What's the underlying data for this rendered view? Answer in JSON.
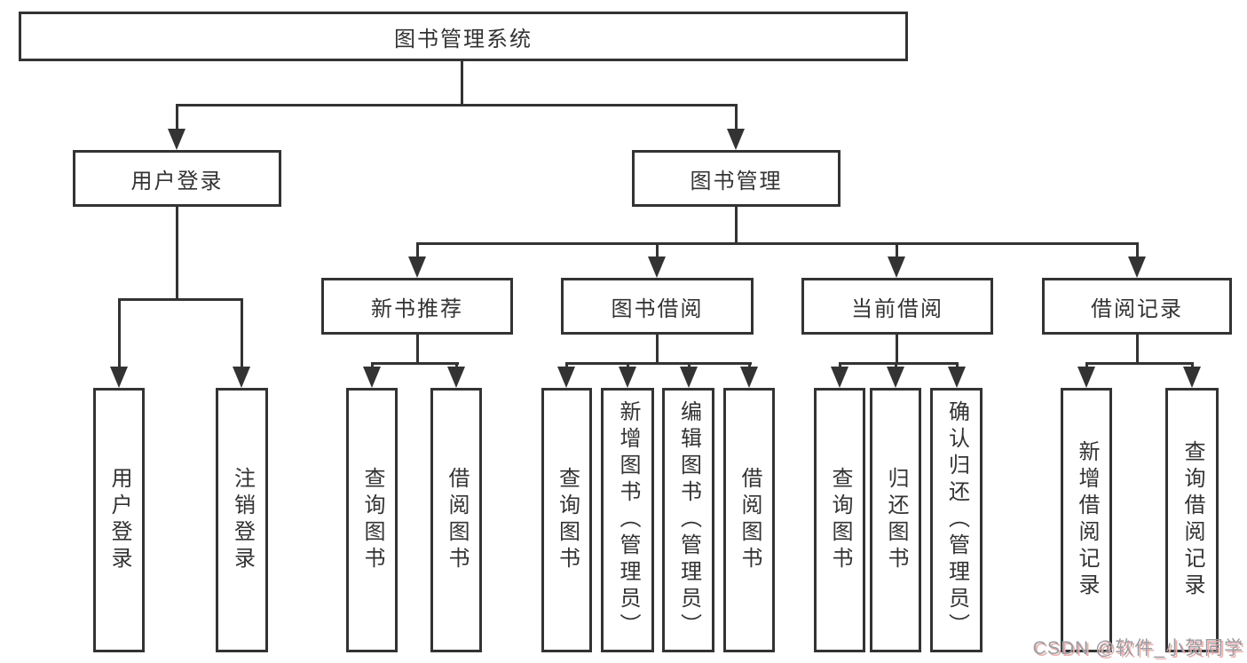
{
  "colors": {
    "line": "#333333",
    "box_background": "#ffffff",
    "text": "#333333",
    "watermark_text": "#9b9ba3",
    "watermark_shadow": "#e9b0ac"
  },
  "tree": {
    "label": "图书管理系统",
    "children": [
      {
        "label": "用户登录",
        "children": [
          {
            "label": "用户登录"
          },
          {
            "label": "注销登录"
          }
        ]
      },
      {
        "label": "图书管理",
        "children": [
          {
            "label": "新书推荐",
            "children": [
              {
                "label": "查询图书"
              },
              {
                "label": "借阅图书"
              }
            ]
          },
          {
            "label": "图书借阅",
            "children": [
              {
                "label": "查询图书"
              },
              {
                "label": "新增图书（管理员）"
              },
              {
                "label": "编辑图书（管理员）"
              },
              {
                "label": "借阅图书"
              }
            ]
          },
          {
            "label": "当前借阅",
            "children": [
              {
                "label": "查询图书"
              },
              {
                "label": "归还图书"
              },
              {
                "label": "确认归还（管理员）"
              }
            ]
          },
          {
            "label": "借阅记录",
            "children": [
              {
                "label": "新增借阅记录"
              },
              {
                "label": "查询借阅记录"
              }
            ]
          }
        ]
      }
    ]
  },
  "watermark": {
    "text": "CSDN @软件_小贺同学"
  }
}
